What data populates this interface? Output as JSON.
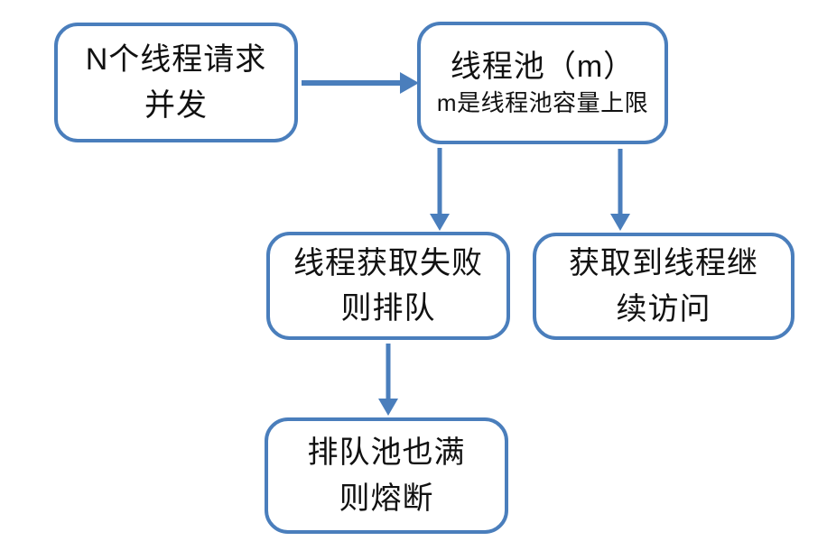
{
  "theme": {
    "accent": "#4a7ebc",
    "text": "#111111",
    "background": "#ffffff"
  },
  "diagram": {
    "type": "flowchart",
    "nodes": {
      "request": {
        "lines": [
          "N个线程请求",
          "并发"
        ]
      },
      "pool": {
        "title": "线程池（m）",
        "subtitle": "m是线程池容量上限"
      },
      "queue": {
        "lines": [
          "线程获取失败",
          "则排队"
        ]
      },
      "access": {
        "lines": [
          "获取到线程继",
          "续访问"
        ]
      },
      "fuse": {
        "lines": [
          "排队池也满",
          "则熔断"
        ]
      }
    },
    "edges": [
      {
        "from": "request",
        "to": "pool",
        "direction": "right"
      },
      {
        "from": "pool",
        "to": "queue",
        "direction": "down"
      },
      {
        "from": "pool",
        "to": "access",
        "direction": "down"
      },
      {
        "from": "queue",
        "to": "fuse",
        "direction": "down"
      }
    ]
  }
}
